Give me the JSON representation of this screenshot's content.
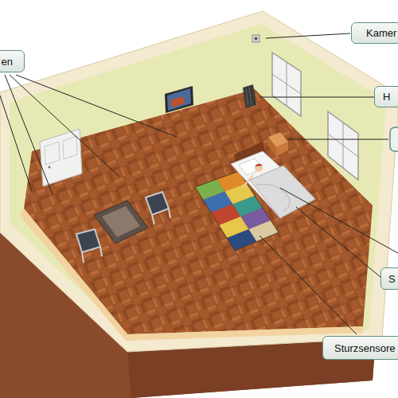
{
  "diagram": {
    "nodes": [
      {
        "text": [
          "Kamer"
        ]
      },
      {
        "text": [
          "en"
        ]
      },
      {
        "text": [
          "H"
        ]
      },
      {
        "text": [
          "S"
        ]
      },
      {
        "text": [
          "Sturzsensore"
        ]
      }
    ]
  }
}
